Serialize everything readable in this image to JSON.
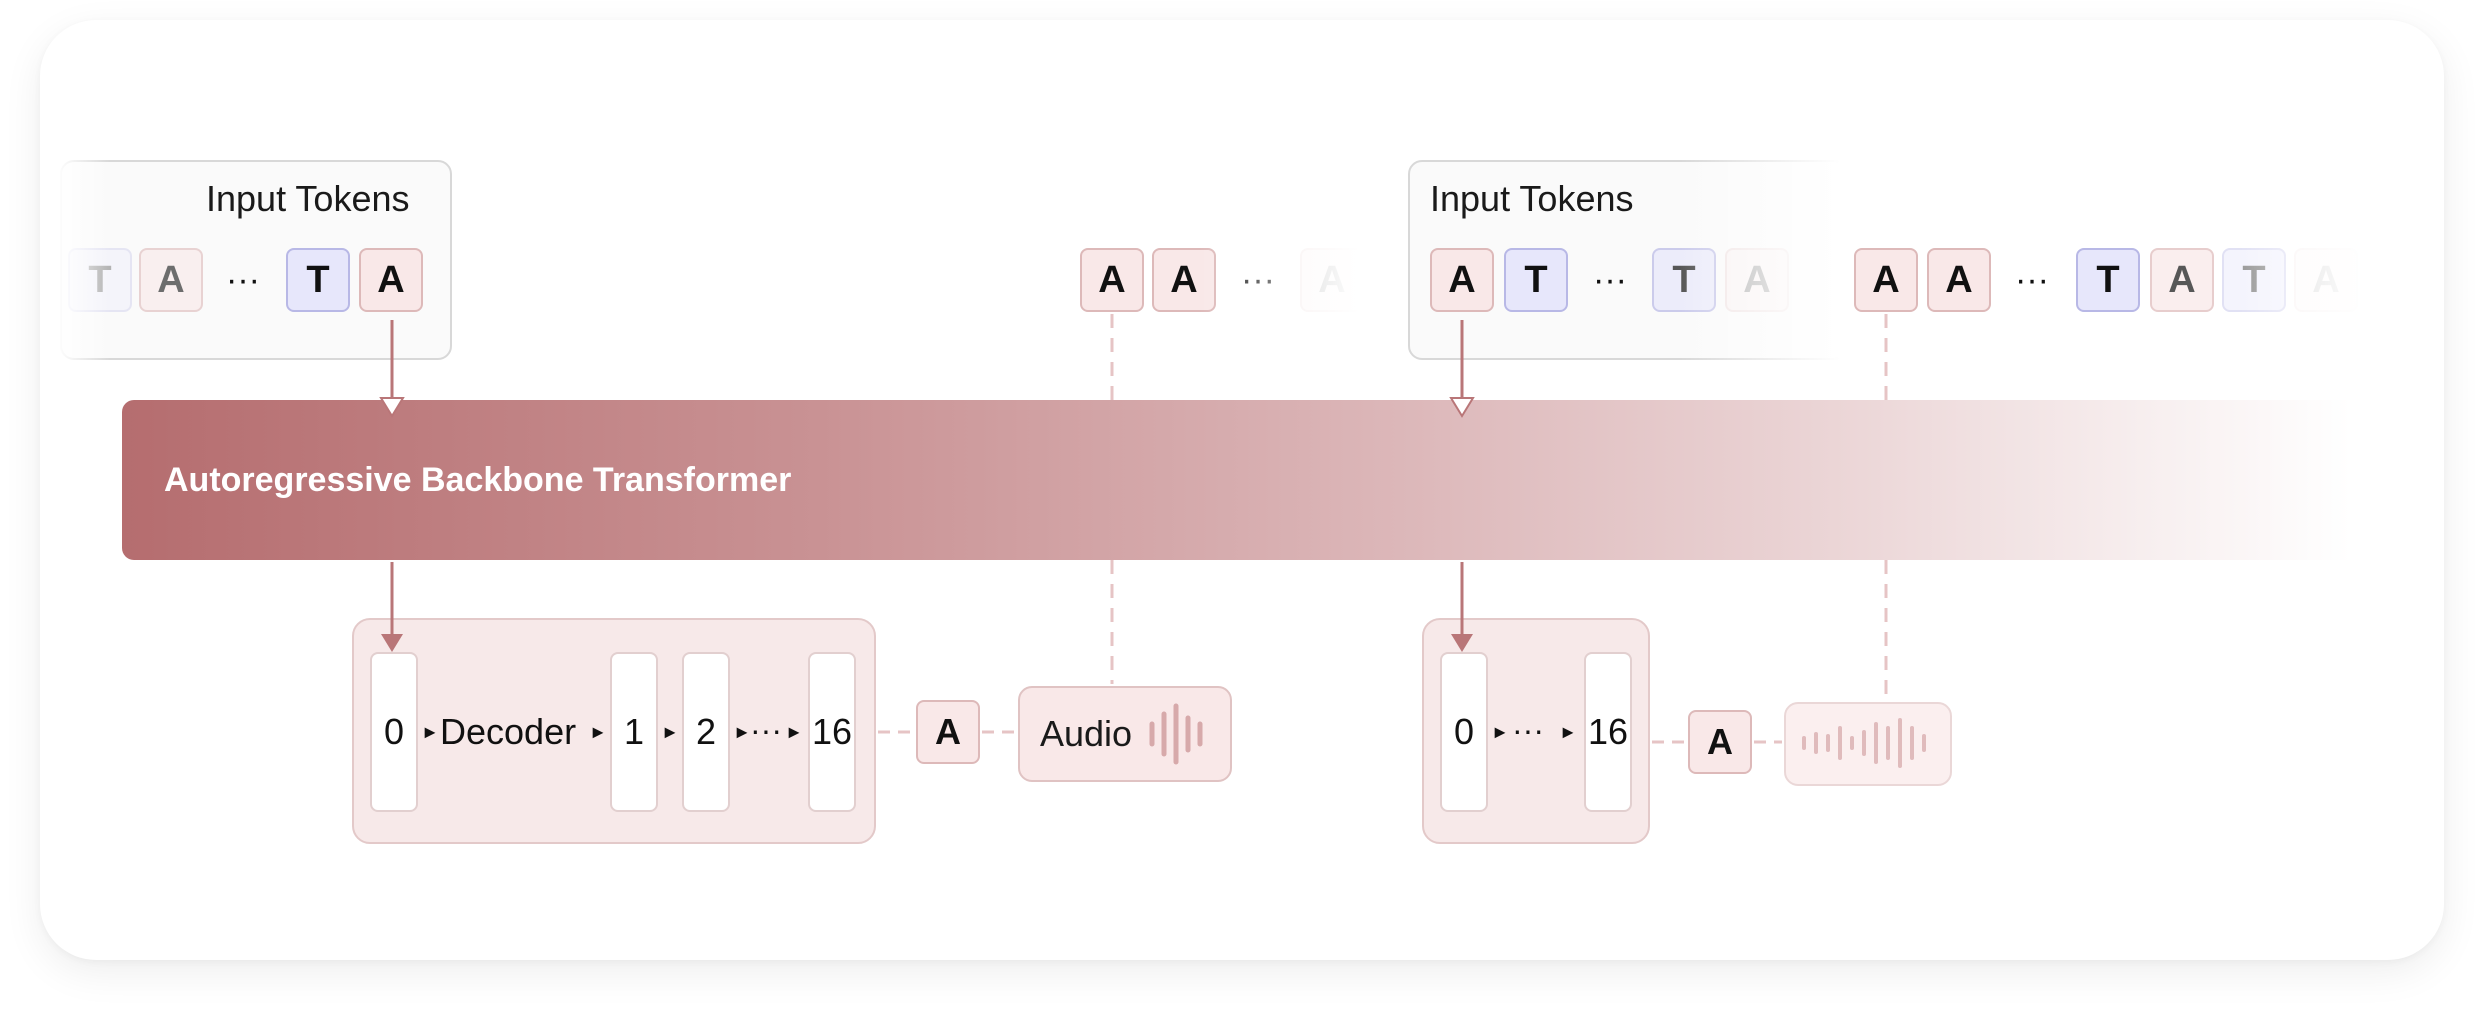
{
  "input_tokens_label": "Input Tokens",
  "backbone_label": "Autoregressive Backbone Transformer",
  "decoder_label": "Decoder",
  "token_letters": {
    "audio": "A",
    "text": "T"
  },
  "ellipsis": "···",
  "codebook_indices": {
    "first": "0",
    "second": "1",
    "third": "2",
    "last": "16"
  },
  "audio_label": "Audio",
  "colors": {
    "backbone": "#b56d6f",
    "audio_token_fill": "#f9e8e8",
    "text_token_fill": "#e7e7fb",
    "decoder_fill": "#f7e9e9",
    "connector": "#b97678"
  }
}
